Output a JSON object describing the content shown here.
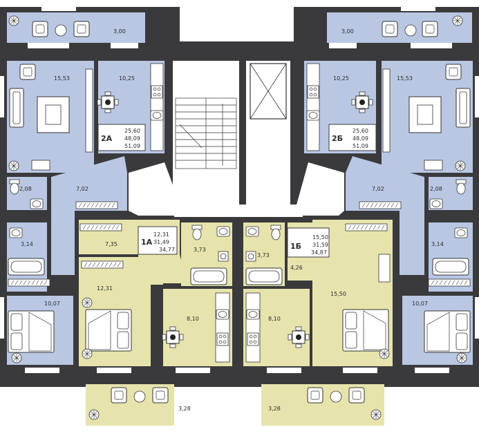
{
  "colors": {
    "wall": "#3a3a3d",
    "blue_apartment": "#b9c7e3",
    "yellow_apartment": "#e6e4ac",
    "common": "#ffffff",
    "exterior": "#ffffff",
    "furniture_stroke": "#333333",
    "furniture_fill": "#ffffff"
  },
  "apartments": {
    "a2": {
      "code": "2А",
      "living": "25,60",
      "total": "48,09",
      "total_with_balcony": "51,09"
    },
    "b2": {
      "code": "2Б",
      "living": "25,60",
      "total": "48,09",
      "total_with_balcony": "51,09"
    },
    "a1": {
      "code": "1А",
      "living": "12,31",
      "total": "31,49",
      "total_with_balcony": "34,77"
    },
    "b1": {
      "code": "1Б",
      "living": "15,50",
      "total": "31,59",
      "total_with_balcony": "34,87"
    }
  },
  "rooms": {
    "a2_balcony": "3,00",
    "a2_living": "15,53",
    "a2_kitchen": "10,25",
    "a2_wc": "2,08",
    "a2_hall": "7,02",
    "a2_bath": "3,14",
    "a2_bedroom": "10,07",
    "b2_balcony": "3,00",
    "b2_living": "15,53",
    "b2_kitchen": "10,25",
    "b2_wc": "2,08",
    "b2_hall": "7,02",
    "b2_bath": "3,14",
    "b2_bedroom": "10,07",
    "a1_hall": "7,35",
    "a1_room": "12,31",
    "a1_bath": "3,73",
    "a1_kitchen": "8,10",
    "a1_balcony": "3,28",
    "b1_bath": "3,73",
    "b1_hall": "4,26",
    "b1_room": "15,50",
    "b1_kitchen": "8,10",
    "b1_balcony": "3,28"
  }
}
